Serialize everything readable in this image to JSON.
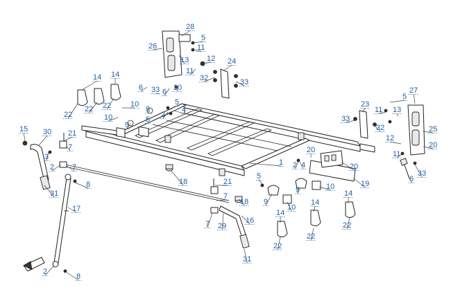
{
  "callouts": [
    {
      "id": "c28",
      "text": "28"
    },
    {
      "id": "c5a",
      "text": "5"
    },
    {
      "id": "c11a",
      "text": "11"
    },
    {
      "id": "c26",
      "text": "26"
    },
    {
      "id": "c12a",
      "text": "12"
    },
    {
      "id": "c13a",
      "text": "13"
    },
    {
      "id": "c11b",
      "text": "11"
    },
    {
      "id": "c24",
      "text": "24"
    },
    {
      "id": "c32a",
      "text": "32"
    },
    {
      "id": "c33a",
      "text": "33"
    },
    {
      "id": "c6a",
      "text": "6"
    },
    {
      "id": "c33b",
      "text": "33"
    },
    {
      "id": "c6b",
      "text": "6"
    },
    {
      "id": "c20a",
      "text": "20"
    },
    {
      "id": "c14a",
      "text": "14"
    },
    {
      "id": "c14b",
      "text": "14"
    },
    {
      "id": "c10a",
      "text": "10"
    },
    {
      "id": "c5b",
      "text": "5"
    },
    {
      "id": "c22a",
      "text": "22"
    },
    {
      "id": "c22b",
      "text": "22"
    },
    {
      "id": "c22c",
      "text": "22"
    },
    {
      "id": "c9a",
      "text": "9"
    },
    {
      "id": "c5c",
      "text": "5"
    },
    {
      "id": "c10b",
      "text": "10"
    },
    {
      "id": "c2a",
      "text": "2"
    },
    {
      "id": "c4a",
      "text": "4"
    },
    {
      "id": "c9b",
      "text": "9"
    },
    {
      "id": "c27",
      "text": "27"
    },
    {
      "id": "c5d",
      "text": "5"
    },
    {
      "id": "c23",
      "text": "23"
    },
    {
      "id": "c11c",
      "text": "11"
    },
    {
      "id": "c13b",
      "text": "13"
    },
    {
      "id": "c33c",
      "text": "33"
    },
    {
      "id": "c32b",
      "text": "32"
    },
    {
      "id": "c25",
      "text": "25"
    },
    {
      "id": "c12b",
      "text": "12"
    },
    {
      "id": "c20b",
      "text": "20"
    },
    {
      "id": "c11d",
      "text": "11"
    },
    {
      "id": "c33d",
      "text": "33"
    },
    {
      "id": "c6c",
      "text": "6"
    },
    {
      "id": "c15",
      "text": "15"
    },
    {
      "id": "c30",
      "text": "30"
    },
    {
      "id": "c21a",
      "text": "21"
    },
    {
      "id": "c3",
      "text": "3"
    },
    {
      "id": "c7a",
      "text": "7"
    },
    {
      "id": "c2b",
      "text": "2"
    },
    {
      "id": "c7b",
      "text": "7"
    },
    {
      "id": "c8a",
      "text": "8"
    },
    {
      "id": "c31a",
      "text": "31"
    },
    {
      "id": "c17",
      "text": "17"
    },
    {
      "id": "c18a",
      "text": "18"
    },
    {
      "id": "c1",
      "text": "1"
    },
    {
      "id": "c20c",
      "text": "20"
    },
    {
      "id": "c2c",
      "text": "2"
    },
    {
      "id": "c4b",
      "text": "4"
    },
    {
      "id": "c20d",
      "text": "20"
    },
    {
      "id": "c19",
      "text": "19"
    },
    {
      "id": "c5e",
      "text": "5"
    },
    {
      "id": "c9c",
      "text": "9"
    },
    {
      "id": "c9d",
      "text": "9"
    },
    {
      "id": "c10c",
      "text": "10"
    },
    {
      "id": "c10d",
      "text": "10"
    },
    {
      "id": "c21b",
      "text": "21"
    },
    {
      "id": "c7c",
      "text": "7"
    },
    {
      "id": "c18b",
      "text": "18"
    },
    {
      "id": "c16",
      "text": "16"
    },
    {
      "id": "c7d",
      "text": "7"
    },
    {
      "id": "c29",
      "text": "29"
    },
    {
      "id": "c14c",
      "text": "14"
    },
    {
      "id": "c14d",
      "text": "14"
    },
    {
      "id": "c14e",
      "text": "14"
    },
    {
      "id": "c22d",
      "text": "22"
    },
    {
      "id": "c22e",
      "text": "22"
    },
    {
      "id": "c22f",
      "text": "22"
    },
    {
      "id": "c31b",
      "text": "31"
    },
    {
      "id": "c2d",
      "text": "2"
    },
    {
      "id": "c8b",
      "text": "8"
    }
  ]
}
